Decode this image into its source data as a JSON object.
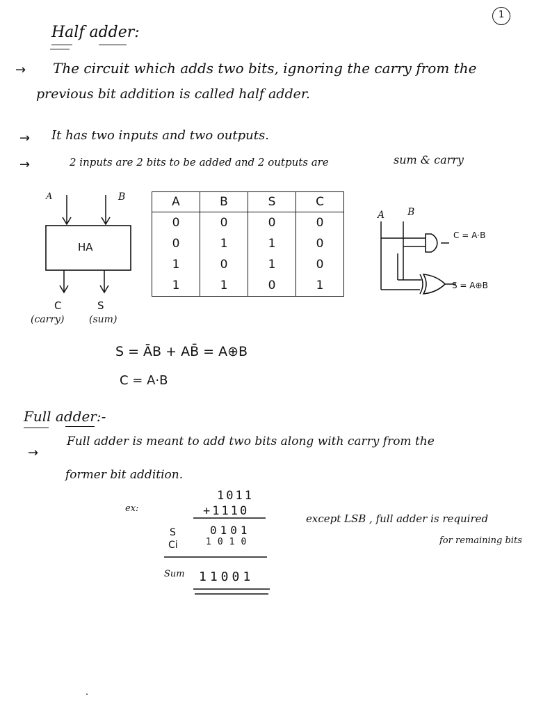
{
  "page_number": "1",
  "half_adder": {
    "heading": "Half adder:",
    "bullet1_line1": "The circuit which adds two bits, ignoring the carry from the",
    "bullet1_line2": "previous bit addition is called half adder.",
    "bullet2": "It has two inputs and two outputs.",
    "bullet3_left": "2 inputs are 2 bits to be added and 2 outputs are",
    "bullet3_right": "sum & carry",
    "block": {
      "input_a": "A",
      "input_b": "B",
      "label": "HA",
      "out_c": "C",
      "out_s": "S",
      "out_c_desc": "(carry)",
      "out_s_desc": "(sum)"
    },
    "truth_table": {
      "headers": [
        "A",
        "B",
        "S",
        "C"
      ],
      "rows": [
        [
          "0",
          "0",
          "0",
          "0"
        ],
        [
          "0",
          "1",
          "1",
          "0"
        ],
        [
          "1",
          "0",
          "1",
          "0"
        ],
        [
          "1",
          "1",
          "0",
          "1"
        ]
      ]
    },
    "gates": {
      "in_a": "A",
      "in_b": "B",
      "and_out": "C = A·B",
      "xor_out": "S = A⊕B"
    },
    "eq_sum": "S =  ĀB + AB̄  = A⊕B",
    "eq_carry": "C  =   A·B"
  },
  "full_adder": {
    "heading": "Full adder:-",
    "bullet_line1": "Full adder is meant to add two bits along with carry from the",
    "bullet_line2": "former bit addition.",
    "example_label": "ex:",
    "operand1": "1011",
    "operand2": "+1110",
    "s_label": "S",
    "s_row": "0101",
    "ci_label": "Ci",
    "ci_row": "1010",
    "sum_label": "Sum",
    "sum_row": "11001",
    "note_line1": "except LSB ,  full adder is required",
    "note_line2": "for remaining bits"
  }
}
